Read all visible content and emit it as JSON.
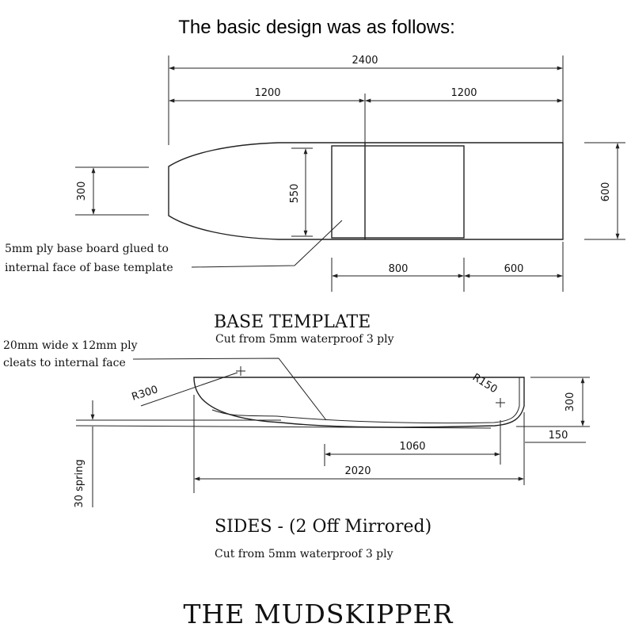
{
  "header": {
    "title": "The basic design was as follows:"
  },
  "base": {
    "dims": {
      "overall": "2400",
      "half_left": "1200",
      "half_right": "1200",
      "nose_width": "300",
      "inner_width": "550",
      "full_width": "600",
      "panel_a": "800",
      "panel_b": "600"
    },
    "note": [
      "5mm ply base board glued to",
      "internal face of base template"
    ],
    "label": "BASE TEMPLATE",
    "sublabel": "Cut from 5mm waterproof 3 ply"
  },
  "sides": {
    "note": [
      "20mm wide x 12mm ply",
      "cleats to internal face"
    ],
    "dims": {
      "r_front": "R300",
      "r_back": "R150",
      "height": "300",
      "spring": "30 spring",
      "mid": "1060",
      "length": "2020",
      "tail": "150"
    },
    "label": "SIDES - (2 Off Mirrored)",
    "sublabel": "Cut from 5mm waterproof 3 ply"
  },
  "footer": {
    "brand": "THE MUDSKIPPER"
  }
}
